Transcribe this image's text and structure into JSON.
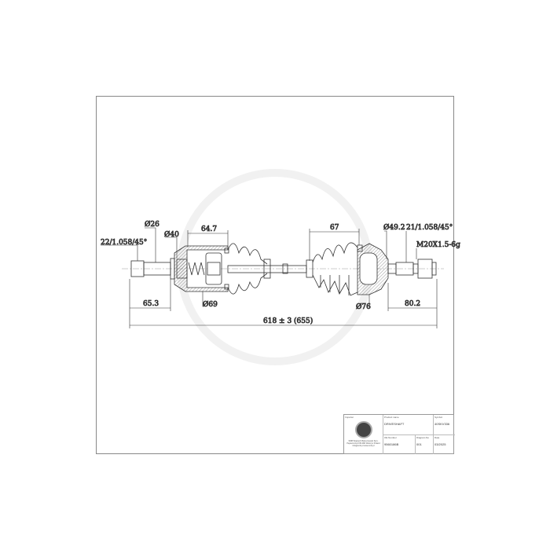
{
  "drawing": {
    "dimensions": {
      "left_spline": "22/1.058/45°",
      "dia_26": "Ø26",
      "dia_40": "Ø40",
      "len_64_7": "64.7",
      "len_67": "67",
      "dia_49_2": "Ø49.2",
      "right_spline": "21/1.058/45°",
      "thread": "M20X1.5-6g",
      "len_65_3": "65.3",
      "dia_69": "Ø69",
      "dia_76": "Ø76",
      "len_80_2": "80.2",
      "total_length": "618 ± 3 (655)"
    }
  },
  "title_block": {
    "importer_label": "Importer",
    "importer_address": "SMB Wojciech Balcerzewski Sp.k. Papiernicza 8 95-080 Wolczyn Poland info@smb.pl www.smb.pl",
    "product_name_label": "Product name",
    "product_name": "DRIVESHAFT",
    "symbol_label": "Symbol",
    "symbol": "40SKV336",
    "oe_number_label": "OE Number",
    "oe_number": "9560186B",
    "diagram_no_label": "Diagram No",
    "diagram_no": "001",
    "date_label": "Date",
    "date": "03/2025"
  },
  "colors": {
    "line": "#333333",
    "watermark": "#f2f2f2"
  }
}
